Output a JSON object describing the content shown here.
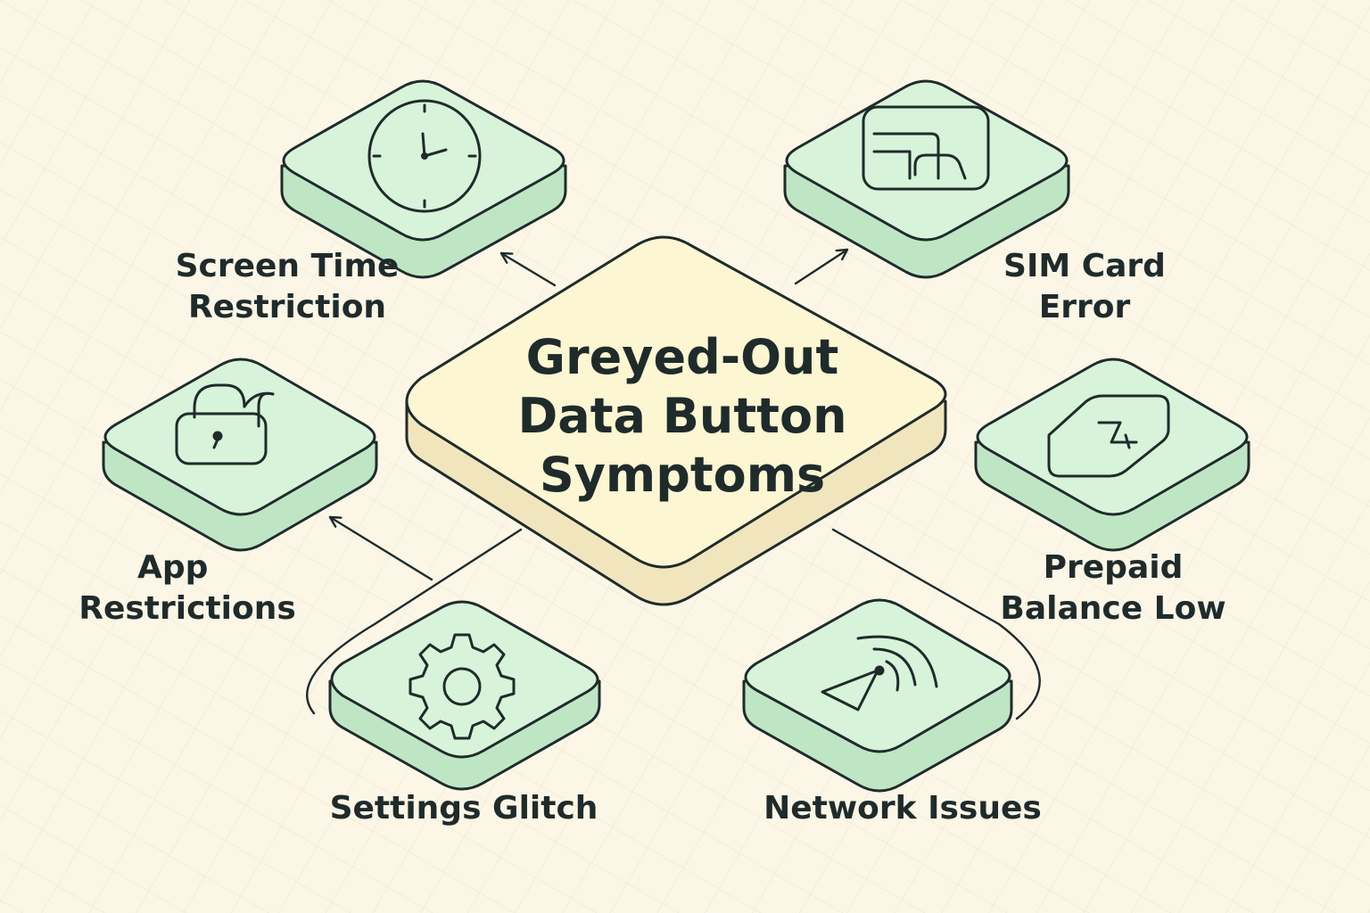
{
  "center": {
    "line1": "Greyed-Out",
    "line2": "Data Button",
    "line3": "Symptoms"
  },
  "nodes": [
    {
      "id": "screen-time",
      "icon": "clock-icon",
      "label": [
        "Screen Time",
        "Restriction"
      ]
    },
    {
      "id": "sim-card",
      "icon": "sim-card-icon",
      "label": [
        "SIM Card",
        "Error"
      ]
    },
    {
      "id": "app-restrictions",
      "icon": "padlock-icon",
      "label": [
        "App",
        "Restrictions"
      ]
    },
    {
      "id": "prepaid-balance",
      "icon": "balance-card-icon",
      "label": [
        "Prepaid",
        "Balance Low"
      ]
    },
    {
      "id": "settings-glitch",
      "icon": "gear-icon",
      "label": [
        "Settings Glitch"
      ]
    },
    {
      "id": "network-issues",
      "icon": "signal-antenna-icon",
      "label": [
        "Network Issues"
      ]
    }
  ],
  "colors": {
    "background": "#fbf6e6",
    "tile_face": "#d7f3da",
    "tile_side": "#bfe6c4",
    "center_face": "#fcf6d2",
    "center_side": "#f1e5bd",
    "stroke": "#1f2b2b"
  }
}
